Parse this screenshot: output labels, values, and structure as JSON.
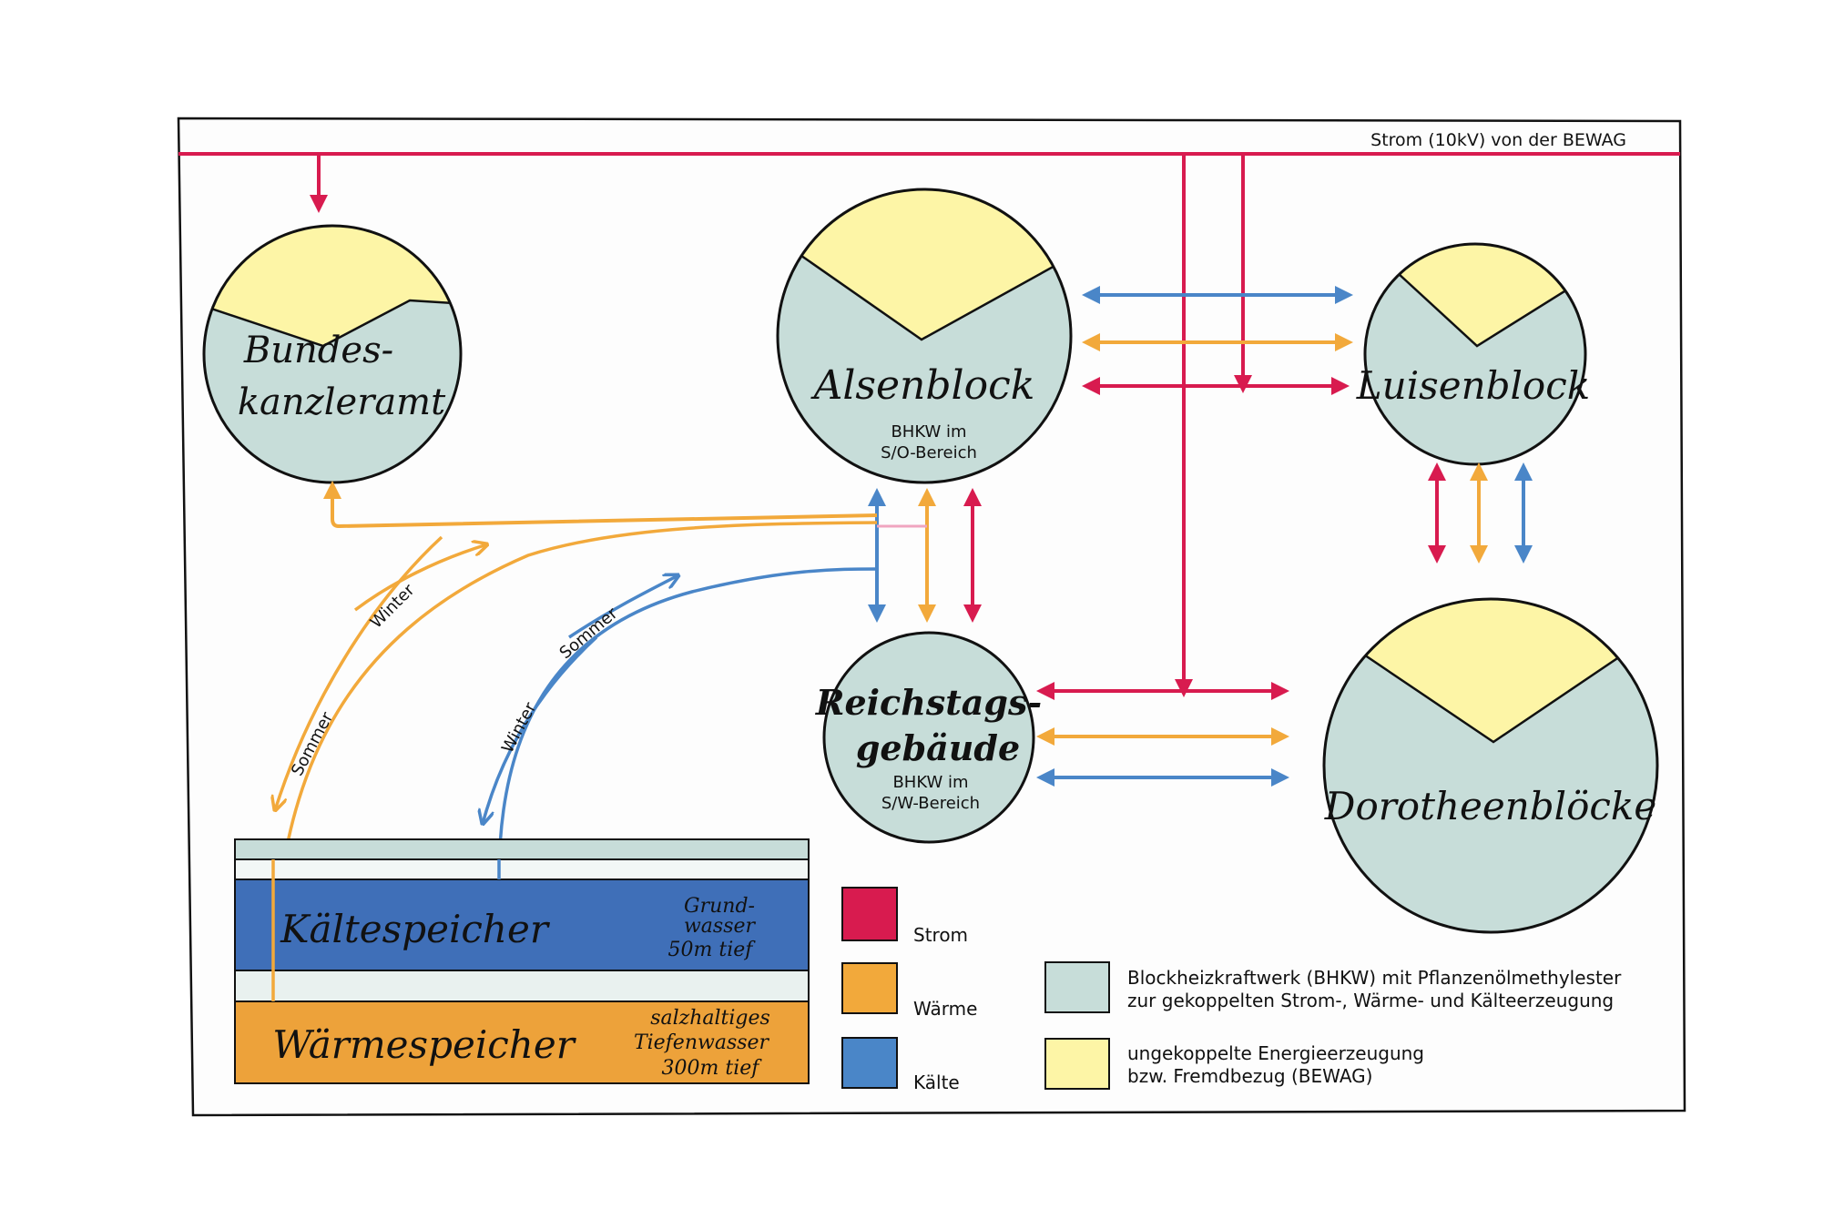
{
  "header": {
    "power_line_label": "Strom (10kV) von der BEWAG"
  },
  "nodes": {
    "bundeskanzleramt": {
      "line1": "Bundes-",
      "line2": "kanzleramt"
    },
    "alsenblock": {
      "name": "Alsenblock",
      "sub1": "BHKW im",
      "sub2": "S/O-Bereich"
    },
    "luisenblock": {
      "name": "Luisenblock"
    },
    "reichstag": {
      "line1": "Reichstags-",
      "line2": "gebäude",
      "sub1": "BHKW im",
      "sub2": "S/W-Bereich"
    },
    "dorotheen": {
      "name": "Dorotheenblöcke"
    }
  },
  "flow_labels": {
    "orange_down": "Sommer",
    "orange_up": "Winter",
    "blue_down": "Winter",
    "blue_up": "Sommer"
  },
  "storage": {
    "cold": {
      "name": "Kältespeicher",
      "note1": "Grund-",
      "note2": "wasser",
      "note3": "50m tief"
    },
    "heat": {
      "name": "Wärmespeicher",
      "note1": "salzhaltiges",
      "note2": "Tiefenwasser",
      "note3": "300m tief"
    }
  },
  "legend": {
    "strom": "Strom",
    "waerme": "Wärme",
    "kaelte": "Kälte",
    "bhkw_line1": "Blockheizkraftwerk (BHKW) mit Pflanzenölmethylester",
    "bhkw_line2": "zur gekoppelten Strom-, Wärme- und Kälteerzeugung",
    "external_line1": "ungekoppelte Energieerzeugung",
    "external_line2": "bzw. Fremdbezug (BEWAG)"
  },
  "colors": {
    "strom": "#d81b4f",
    "waerme": "#f2a93b",
    "kaelte": "#4a86c8",
    "bhkw": "#c7ddd9",
    "external": "#fdf5a6",
    "cold_store": "#3f6fb8",
    "heat_store": "#eda23a"
  }
}
